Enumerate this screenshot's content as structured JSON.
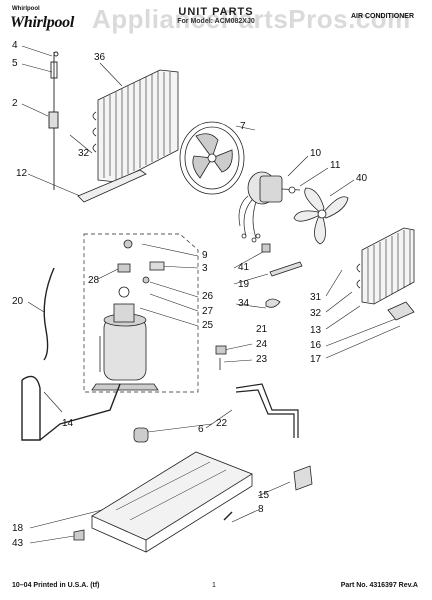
{
  "header": {
    "brand_small": "Whirlpool",
    "brand": "Whirlpool",
    "title": "UNIT PARTS",
    "model": "For Model: ACM082XJ0",
    "category": "AIR CONDITIONER",
    "watermark": "AppliancePartsPros.com"
  },
  "footer": {
    "printed": "10–04 Printed in U.S.A. (tf)",
    "page": "1",
    "part_no": "Part No. 4316397 Rev.A"
  },
  "callouts": {
    "c4": "4",
    "c5": "5",
    "c2": "2",
    "c36": "36",
    "c32a": "32",
    "c12": "12",
    "c7": "7",
    "c10": "10",
    "c11": "11",
    "c40": "40",
    "c9": "9",
    "c3": "3",
    "c28": "28",
    "c26": "26",
    "c27": "27",
    "c25": "25",
    "c21": "21",
    "c41": "41",
    "c19": "19",
    "c34": "34",
    "c31": "31",
    "c32b": "32",
    "c13": "13",
    "c16": "16",
    "c17": "17",
    "c20": "20",
    "c24": "24",
    "c23": "23",
    "c14": "14",
    "c6": "6",
    "c22": "22",
    "c15": "15",
    "c8": "8",
    "c18": "18",
    "c43": "43"
  }
}
